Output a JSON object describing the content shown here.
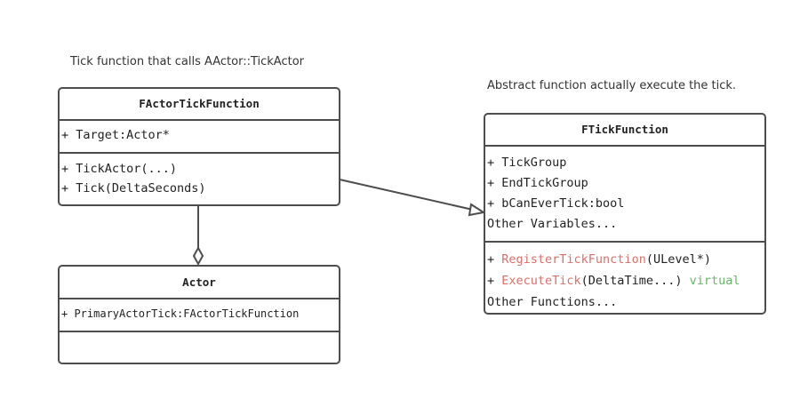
{
  "captions": {
    "actor_tick_caption": "Tick function that calls AActor::TickActor",
    "tick_caption": "Abstract function actually execute the tick."
  },
  "actor_tick_function": {
    "title": "FActorTickFunction",
    "attributes": [
      "+ Target:Actor*"
    ],
    "methods": [
      "+ TickActor(...)",
      "+ Tick(DeltaSeconds)"
    ]
  },
  "actor": {
    "title": "Actor",
    "attributes": [
      "+ PrimaryActorTick:FActorTickFunction"
    ],
    "methods": []
  },
  "tick_function": {
    "title": "FTickFunction",
    "attributes": [
      "+ TickGroup",
      "+ EndTickGroup",
      "+ bCanEverTick:bool",
      "Other Variables..."
    ],
    "methods": {
      "register": {
        "prefix": "+ ",
        "name": "RegisterTickFunction",
        "args": "(ULevel*)"
      },
      "execute": {
        "prefix": "+ ",
        "name": "ExecuteTick",
        "args": "(DeltaTime...)",
        "modifier": "virtual"
      },
      "other": "Other Functions..."
    }
  },
  "colors": {
    "border": "#4d4d4d",
    "method_highlight": "#d9706b",
    "virtual_keyword": "#6bb36b"
  }
}
